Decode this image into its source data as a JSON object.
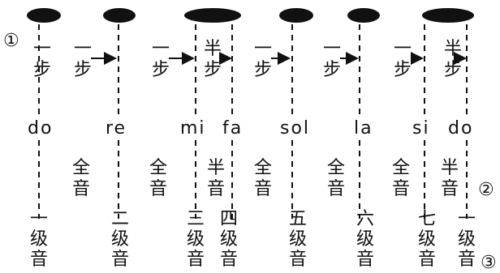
{
  "row_markers": [
    "①",
    "②",
    "③"
  ],
  "step_labels": {
    "whole": "一步",
    "half": "半步"
  },
  "notes": [
    "do",
    "re",
    "mi",
    "fa",
    "sol",
    "la",
    "si",
    "do"
  ],
  "intervals": [
    "全音",
    "全音",
    "半音",
    "全音",
    "全音",
    "全音",
    "半音"
  ],
  "degrees": [
    "一级音",
    "二级音",
    "三级音",
    "四级音",
    "五级音",
    "六级音",
    "七级音",
    "一级音"
  ],
  "colors": {
    "ink": "#111111",
    "background": "#ffffff"
  }
}
